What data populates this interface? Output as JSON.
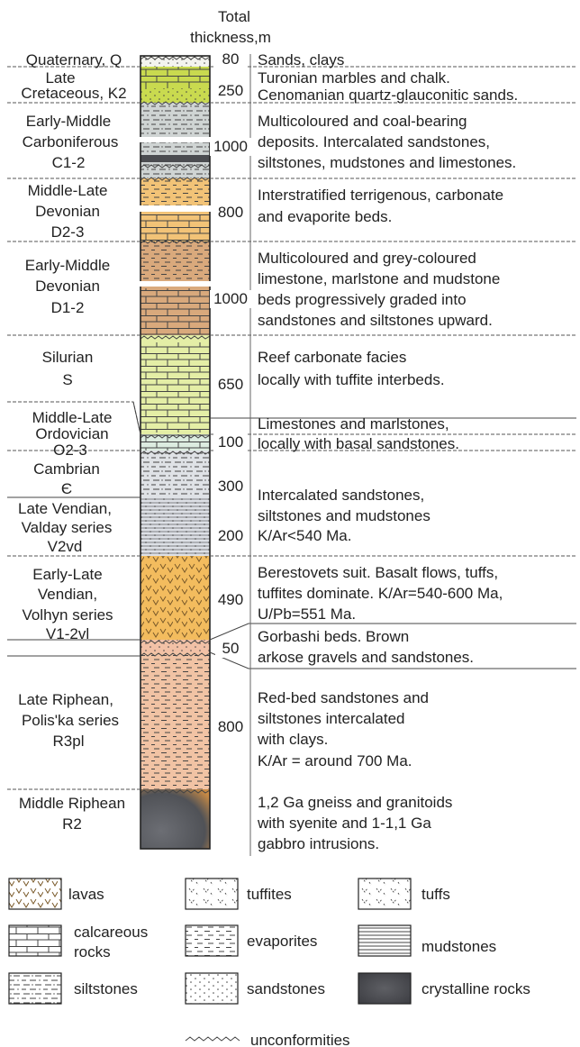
{
  "header": {
    "line1": "Total",
    "line2": "thickness,m"
  },
  "units": [
    {
      "name_lines": [
        "Quaternary, Q"
      ],
      "thickness": "80",
      "desc_lines": [
        "Sands, clays"
      ]
    },
    {
      "name_lines": [
        "Late",
        "Cretaceous, K2"
      ],
      "thickness": "250",
      "desc_lines": [
        "Turonian marbles and chalk.",
        "Cenomanian quartz-glauconitic sands."
      ]
    },
    {
      "name_lines": [
        "Early-Middle",
        "Carboniferous",
        "C1-2"
      ],
      "thickness": "1000",
      "desc_lines": [
        "Multicoloured and coal-bearing",
        "deposits. Intercalated  sandstones,",
        "siltstones, mudstones and limestones."
      ]
    },
    {
      "name_lines": [
        "Middle-Late",
        "Devonian",
        "D2-3"
      ],
      "thickness": "800",
      "desc_lines": [
        "Interstratified terrigenous, carbonate",
        "and evaporite beds."
      ]
    },
    {
      "name_lines": [
        "Early-Middle",
        "Devonian",
        "D1-2"
      ],
      "thickness": "1000",
      "desc_lines": [
        "Multicoloured and grey-coloured",
        "limestone, marlstone and mudstone",
        "beds progressively graded into",
        "sandstones and siltstones upward."
      ]
    },
    {
      "name_lines": [
        "Silurian",
        "S"
      ],
      "thickness": "650",
      "desc_lines": [
        "Reef carbonate facies",
        "locally with tuffite interbeds."
      ]
    },
    {
      "name_lines": [
        "Middle-Late",
        "Ordovician",
        "O2-3"
      ],
      "thickness": "100",
      "desc_lines": [
        "Limestones and marlstones,",
        "locally with basal sandstones."
      ]
    },
    {
      "name_lines": [
        "Cambrian",
        "Є"
      ],
      "thickness": "300",
      "desc_lines": [
        "Intercalated sandstones,",
        "siltstones and mudstones",
        "K/Ar<540 Ma."
      ]
    },
    {
      "name_lines": [
        "Late Vendian,",
        "Valday series",
        "V2vd"
      ],
      "thickness": "200",
      "desc_lines": []
    },
    {
      "name_lines": [
        "Early-Late",
        "Vendian,",
        "Volhyn series",
        "V1-2vl"
      ],
      "thickness": "490",
      "desc_lines": [
        "Berestovets suit. Basalt flows, tuffs,",
        "tuffites dominate. K/Ar=540-600 Ma,",
        "U/Pb=551 Ma."
      ]
    },
    {
      "name_lines": [],
      "thickness": "50",
      "desc_lines": [
        "Gorbashi beds. Brown",
        "arkose gravels and sandstones."
      ]
    },
    {
      "name_lines": [
        "Late Riphean,",
        "Polis'ka series",
        "R3pl"
      ],
      "thickness": "800",
      "desc_lines": [
        "Red-bed sandstones and",
        "siltstones intercalated",
        "with clays.",
        "K/Ar =  around 700 Ma."
      ]
    },
    {
      "name_lines": [
        "Middle Riphean",
        "R2"
      ],
      "thickness": "",
      "desc_lines": [
        "1,2 Ga gneiss and granitoids",
        "with syenite and 1-1,1 Ga",
        "gabbro intrusions."
      ]
    }
  ],
  "legend": [
    {
      "symbol": "lavas",
      "label": "lavas"
    },
    {
      "symbol": "tuffites",
      "label": "tuffites"
    },
    {
      "symbol": "tuffs",
      "label": "tuffs"
    },
    {
      "symbol": "calcareous",
      "label": "calcareous rocks"
    },
    {
      "symbol": "evaporites",
      "label": "evaporites"
    },
    {
      "symbol": "mudstones",
      "label": "mudstones"
    },
    {
      "symbol": "siltstones",
      "label": "siltstones"
    },
    {
      "symbol": "sandstones",
      "label": "sandstones"
    },
    {
      "symbol": "crystalline",
      "label": "crystalline rocks"
    },
    {
      "symbol": "unconformity",
      "label": "unconformities"
    }
  ],
  "colors": {
    "quaternary": "#f3f3ee",
    "cretaceous": "#c9da4f",
    "carboniferous": "#cfd4d3",
    "devonian_mid_late": "#f2c377",
    "devonian_early_mid": "#d9a97c",
    "silurian": "#e4eea6",
    "ordovician": "#dcece0",
    "cambrian": "#dfe2e6",
    "vendian_valday": "#dde0e6",
    "vendian_volhyn": "#f3bc5e",
    "gorbashi": "#f2c1a6",
    "riphean_late": "#f1c3a4",
    "riphean_middle": "#56575c"
  }
}
